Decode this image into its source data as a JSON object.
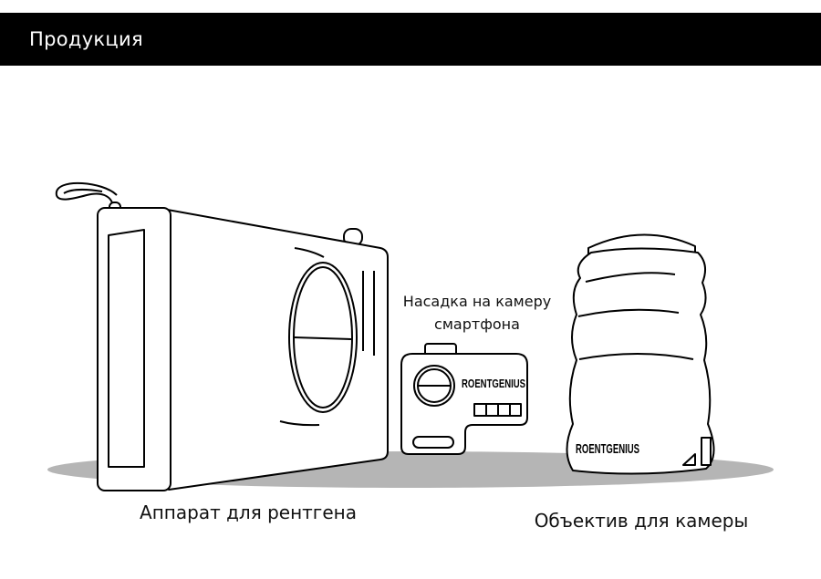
{
  "header": {
    "title": "Продукция"
  },
  "products": [
    {
      "label": "Аппарат для рентгена"
    },
    {
      "label_line1": "Насадка на камеру",
      "label_line2": "смартфона",
      "brand": "ROENTGENIUS"
    },
    {
      "label": "Объектив для камеры",
      "brand": "ROENTGENIUS"
    }
  ],
  "colors": {
    "header_bg": "#000000",
    "header_text": "#ffffff",
    "shadow": "#b5b5b5"
  }
}
